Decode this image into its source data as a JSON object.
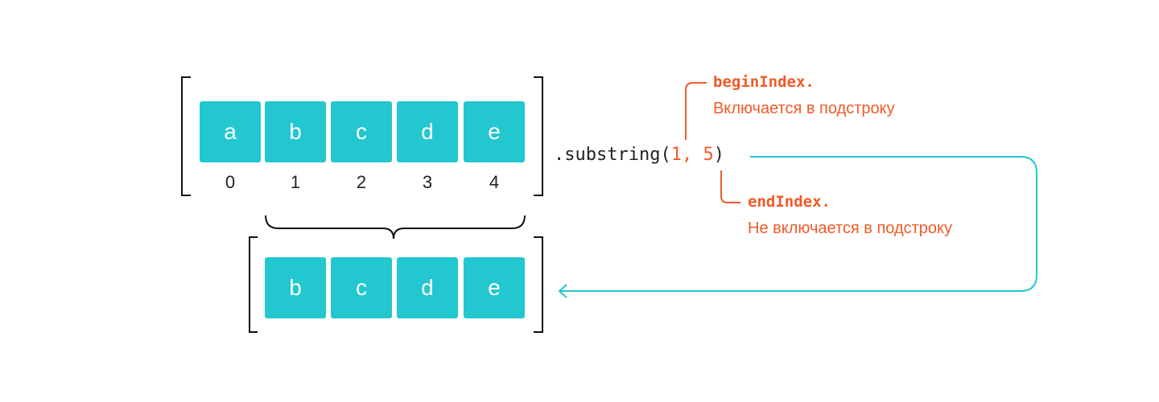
{
  "source": {
    "chars": [
      "a",
      "b",
      "c",
      "d",
      "e"
    ],
    "indices": [
      "0",
      "1",
      "2",
      "3",
      "4"
    ]
  },
  "result": {
    "chars": [
      "b",
      "c",
      "d",
      "e"
    ]
  },
  "call": {
    "method": ".substring(",
    "arg_begin": "1",
    "separator": ", ",
    "arg_end": "5",
    "close": ")"
  },
  "begin": {
    "name": "beginIndex.",
    "description": "Включается в подстроку"
  },
  "end": {
    "name": "endIndex.",
    "description": "Не включается в подстроку"
  },
  "colors": {
    "box": "#22c7cf",
    "accent": "#f05a28",
    "arrow": "#22c7cf",
    "text": "#222222"
  }
}
